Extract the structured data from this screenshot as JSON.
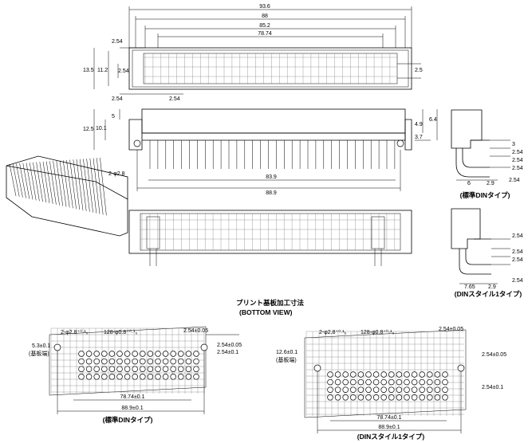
{
  "top_view": {
    "dims": {
      "overall": "93.6",
      "mounting": "88",
      "span": "85.2",
      "pins": "78.74",
      "pitch_top": "2.54",
      "pitch_bottom": "2.54",
      "pitch_mid": "2.54",
      "height": "13.5",
      "inner_height": "11.2",
      "pitch_left": "2.54",
      "side": "2.5"
    }
  },
  "side_view": {
    "dims": {
      "height": "12.5",
      "inner": "10.1",
      "step": "5",
      "h1": "4.9",
      "h2": "6.4",
      "h3": "3.7",
      "hole": "2-φ2.8",
      "pin_span": "83.9",
      "overall": "88.9"
    }
  },
  "right_std": {
    "dims": {
      "a": "3",
      "b": "2.54",
      "c": "2.54",
      "d": "2.54",
      "e": "6",
      "f": "2.9",
      "g": "2.54"
    },
    "caption": "(標準DINタイプ)"
  },
  "right_din1": {
    "dims": {
      "a": "2.54",
      "b": "2.54",
      "c": "2.54",
      "d": "2.54",
      "e": "7.65",
      "f": "2.9"
    },
    "caption": "(DINスタイル1タイプ)"
  },
  "pcb_title": "プリント基板加工寸法",
  "pcb_subtitle": "(BOTTOM VIEW)",
  "pcb_std": {
    "ref": "5.3±0.1",
    "ref_note": "(基板端)",
    "hole_a": "2-φ2.8⁺⁰·¹₀",
    "hole_b": "128-φ0.8⁺⁰·¹₀",
    "pitch_top": "2.54±0.05",
    "pitch_r1": "2.54±0.05",
    "pitch_r2": "2.54±0.1",
    "span": "78.74±0.1",
    "overall": "88.9±0.1",
    "caption": "(標準DINタイプ)"
  },
  "pcb_din1": {
    "ref": "12.6±0.1",
    "ref_note": "(基板端)",
    "hole_a": "2-φ2.8⁺⁰·¹₀",
    "hole_b": "128-φ0.8⁺⁰·¹₀",
    "pitch_top": "2.54±0.05",
    "pitch_r1": "2.54±0.05",
    "pitch_r2": "2.54±0.1",
    "span": "78.74±0.1",
    "overall": "88.9±0.1",
    "caption": "(DINスタイル1タイプ)"
  }
}
